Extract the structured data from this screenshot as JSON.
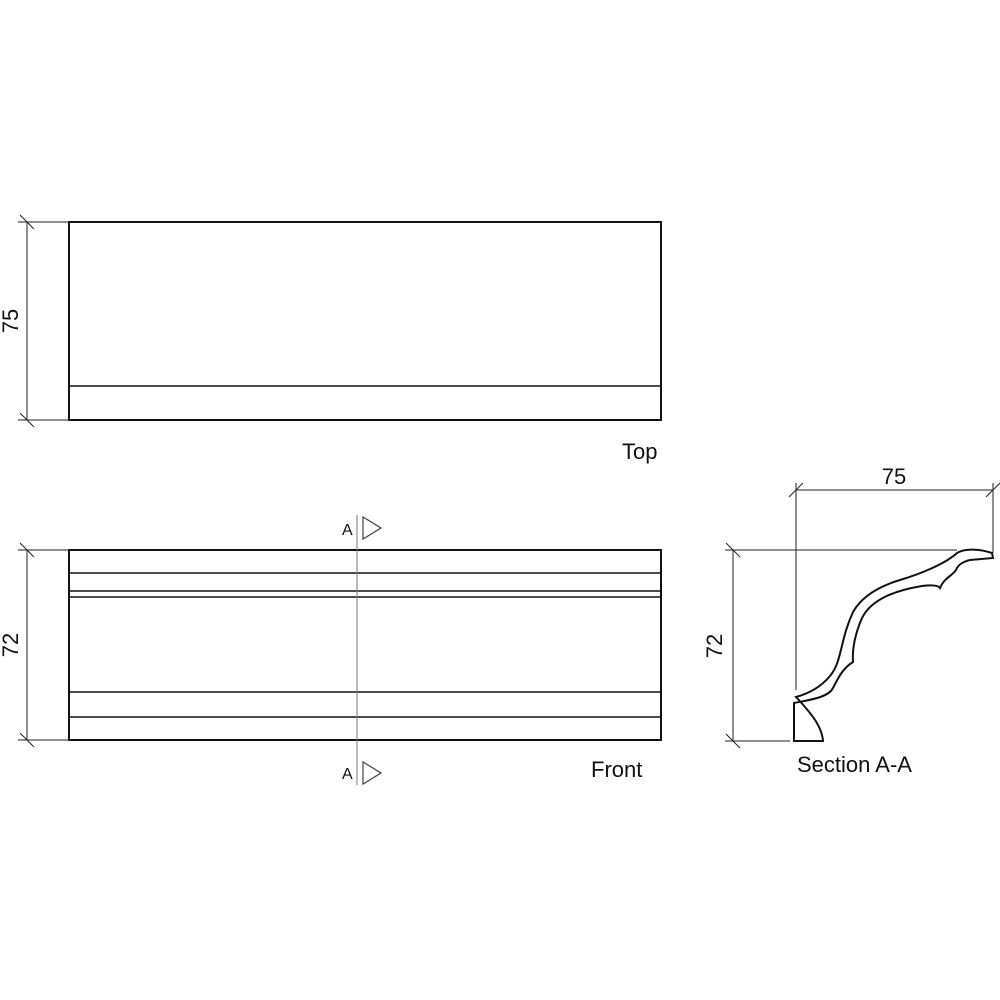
{
  "views": {
    "top": {
      "label": "Top",
      "depth_dim": "75"
    },
    "front": {
      "label": "Front",
      "height_dim": "72"
    },
    "section": {
      "label": "Section A-A",
      "projection_dim": "75",
      "height_dim": "72"
    }
  },
  "section_marker": {
    "top_letter": "A",
    "bottom_letter": "A"
  },
  "colors": {
    "line": "#111111",
    "cut_line": "#777777",
    "background": "#ffffff"
  }
}
